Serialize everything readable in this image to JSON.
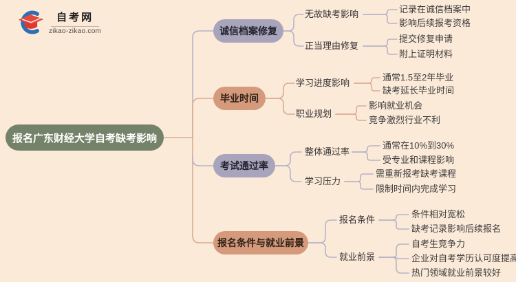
{
  "logo": {
    "title": "自考网",
    "domain": "zikao-zikao.com",
    "icon": "graduation-cap-with-blue-crescent"
  },
  "root": {
    "label": "报名广东财经大学自考缺考影响"
  },
  "branches": [
    {
      "label": "诚信档案修复",
      "color": "#a7a4bb",
      "children": [
        {
          "label": "无故缺考影响",
          "leaves": [
            "记录在诚信档案中",
            "影响后续报考资格"
          ]
        },
        {
          "label": "正当理由修复",
          "leaves": [
            "提交修复申请",
            "附上证明材料"
          ]
        }
      ]
    },
    {
      "label": "毕业时间",
      "color": "#d59a7c",
      "children": [
        {
          "label": "学习进度影响",
          "leaves": [
            "通常1.5至2年毕业",
            "缺考延长毕业时间"
          ]
        },
        {
          "label": "职业规划",
          "leaves": [
            "影响就业机会",
            "竞争激烈行业不利"
          ]
        }
      ]
    },
    {
      "label": "考试通过率",
      "color": "#a7a4bb",
      "children": [
        {
          "label": "整体通过率",
          "leaves": [
            "通常在10%到30%",
            "受专业和课程影响"
          ]
        },
        {
          "label": "学习压力",
          "leaves": [
            "需重新报考缺考课程",
            "限制时间内完成学习"
          ]
        }
      ]
    },
    {
      "label": "报名条件与就业前景",
      "color": "#d59a7c",
      "children": [
        {
          "label": "报名条件",
          "leaves": [
            "条件相对宽松",
            "缺考记录影响后续报名"
          ]
        },
        {
          "label": "就业前景",
          "leaves": [
            "自考生竞争力",
            "企业对自考学历认可度提高",
            "热门领域就业前景较好"
          ]
        }
      ]
    }
  ],
  "colors": {
    "background": "#fcead9",
    "root_fill": "#75826a",
    "root_text": "#ffffff",
    "lavender_fill": "#a7a4bb",
    "salmon_fill": "#d59a7c",
    "connector_salmon": "#d9ab90",
    "connector_gray": "#b6b3c6",
    "logo_red": "#e8483a",
    "logo_blue": "#2f6eb4"
  }
}
